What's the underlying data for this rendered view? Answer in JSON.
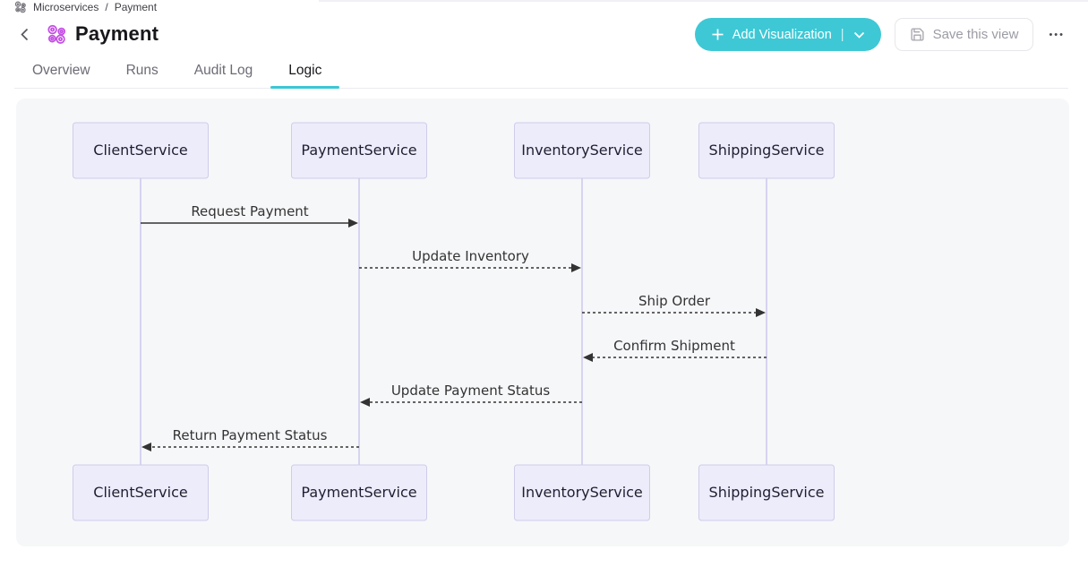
{
  "breadcrumb": {
    "root": "Microservices",
    "separator": "/",
    "current": "Payment"
  },
  "header": {
    "title": "Payment"
  },
  "tabs": [
    {
      "label": "Overview",
      "active": false
    },
    {
      "label": "Runs",
      "active": false
    },
    {
      "label": "Audit Log",
      "active": false
    },
    {
      "label": "Logic",
      "active": true
    }
  ],
  "toolbar": {
    "add_visualization": {
      "label": "Add Visualization",
      "divider": "|"
    },
    "save_view": {
      "label": "Save this view"
    },
    "more": {
      "label": "•••"
    }
  },
  "colors": {
    "accent_teal": "#3EC8D5",
    "title_icon_purple": "#C44FE4",
    "breadcrumb_icon_gray": "#6E6E76"
  },
  "diagram": {
    "type": "sequence",
    "participants": [
      "ClientService",
      "PaymentService",
      "InventoryService",
      "ShippingService"
    ],
    "messages": [
      {
        "from": "ClientService",
        "to": "PaymentService",
        "label": "Request Payment",
        "style": "solid"
      },
      {
        "from": "PaymentService",
        "to": "InventoryService",
        "label": "Update Inventory",
        "style": "dashed"
      },
      {
        "from": "InventoryService",
        "to": "ShippingService",
        "label": "Ship Order",
        "style": "dashed"
      },
      {
        "from": "ShippingService",
        "to": "InventoryService",
        "label": "Confirm Shipment",
        "style": "dashed"
      },
      {
        "from": "InventoryService",
        "to": "PaymentService",
        "label": "Update Payment Status",
        "style": "dashed"
      },
      {
        "from": "PaymentService",
        "to": "ClientService",
        "label": "Return Payment Status",
        "style": "dashed"
      }
    ],
    "colors": {
      "panel_bg": "#F6F7F9",
      "box_fill": "#ECECFB",
      "box_border": "#CFCCEA",
      "box_text": "#1F1F33",
      "lifeline": "#D7D3F1",
      "arrow": "#333333",
      "label_text": "#333333"
    }
  }
}
